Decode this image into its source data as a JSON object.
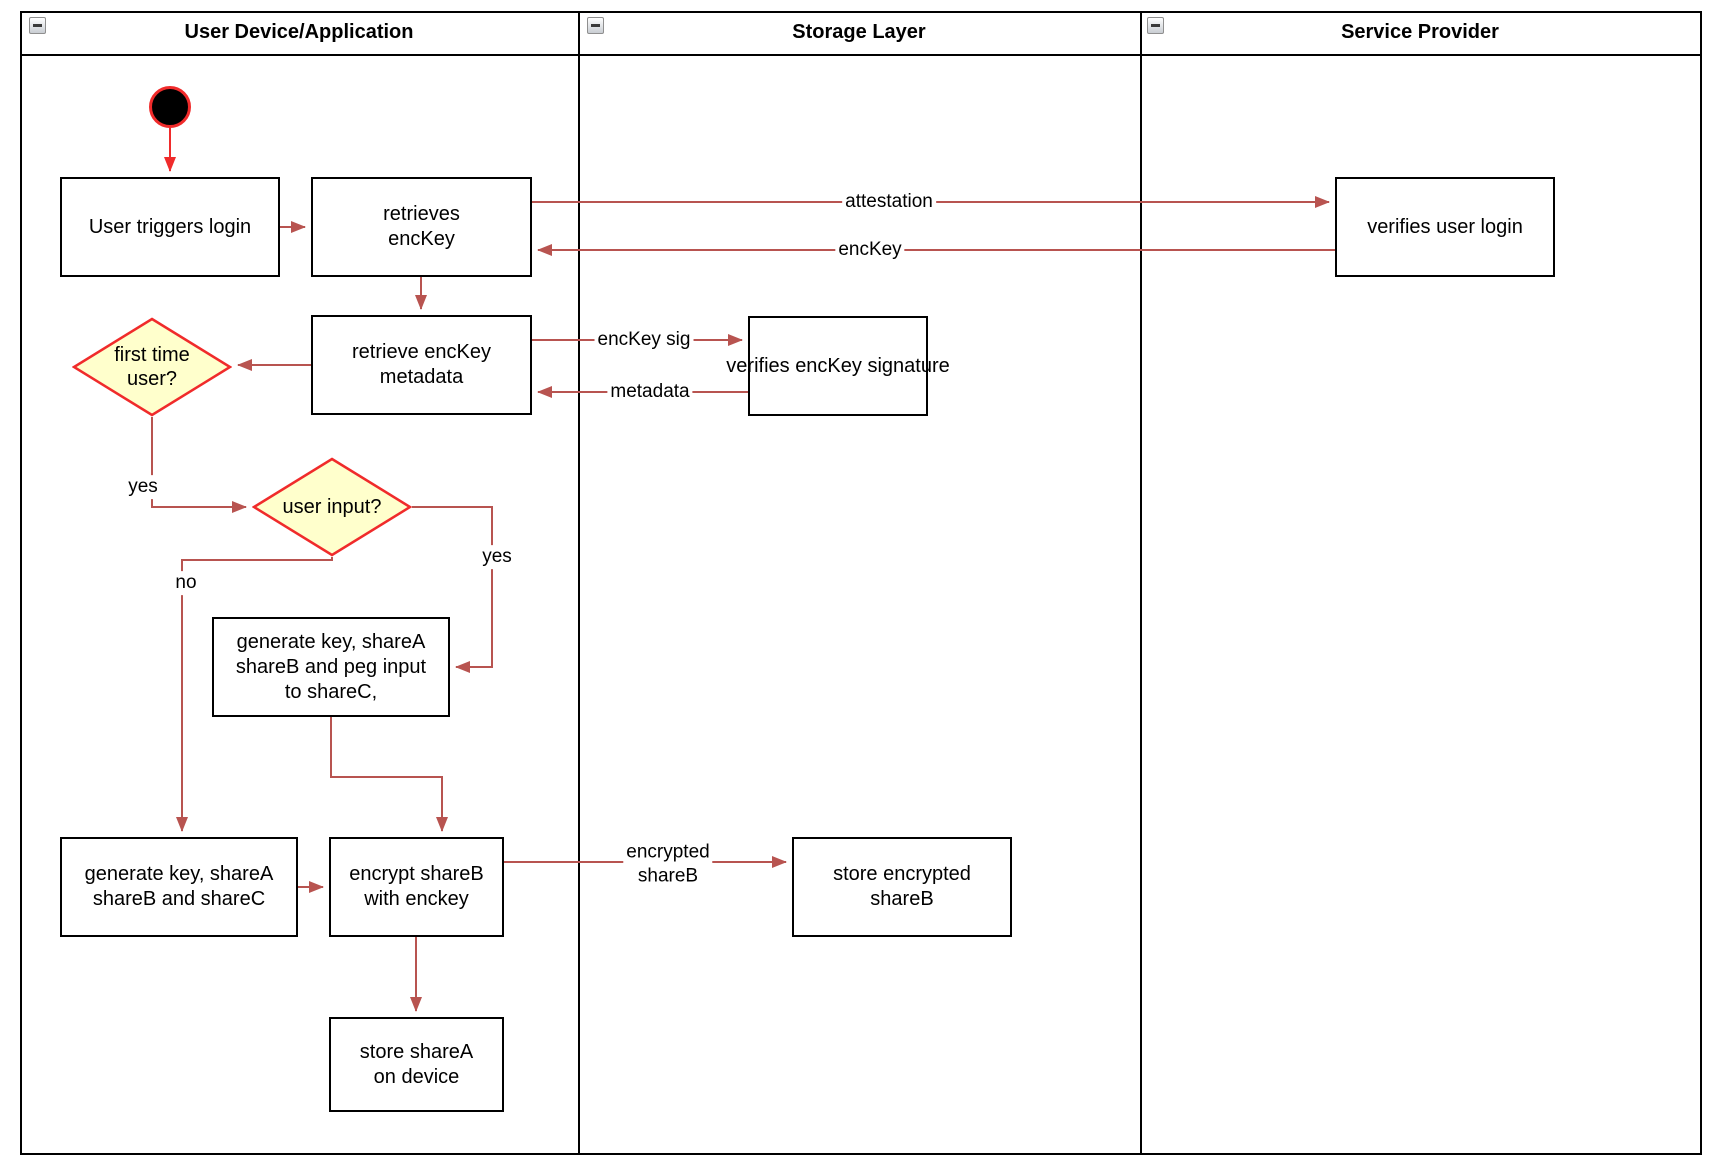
{
  "diagram_title": "swimlane flowchart",
  "lanes": {
    "lane1": {
      "title": "User Device/Application"
    },
    "lane2": {
      "title": "Storage Layer"
    },
    "lane3": {
      "title": "Service Provider"
    }
  },
  "icons": {
    "collapse_minus": "collapse-lane (minus)"
  },
  "nodes": {
    "start": {
      "kind": "initial-node",
      "label": ""
    },
    "user_triggers_login": {
      "kind": "process",
      "label": "User triggers login"
    },
    "retrieves_enckey": {
      "kind": "process",
      "label": "retrieves\nencKey"
    },
    "retrieve_enckey_metadata": {
      "kind": "process",
      "label": "retrieve encKey\nmetadata"
    },
    "first_time_user": {
      "kind": "decision",
      "label": "first time\nuser?"
    },
    "user_input": {
      "kind": "decision",
      "label": "user input?"
    },
    "generate_key_peg": {
      "kind": "process",
      "label": "generate key, shareA\nshareB and peg input\nto shareC,"
    },
    "generate_key_abc": {
      "kind": "process",
      "label": "generate key, shareA\nshareB and shareC"
    },
    "encrypt_shareb": {
      "kind": "process",
      "label": "encrypt shareB\nwith enckey"
    },
    "store_sharea": {
      "kind": "process",
      "label": "store shareA\non device"
    },
    "verifies_enckey_signature": {
      "kind": "process",
      "label": "verifies encKey signature"
    },
    "store_encrypted_shareb": {
      "kind": "process",
      "label": "store encrypted\nshareB"
    },
    "verifies_user_login": {
      "kind": "process",
      "label": "verifies user login"
    }
  },
  "edge_labels": {
    "attestation": "attestation",
    "enckey": "encKey",
    "enckey_sig": "encKey sig",
    "metadata": "metadata",
    "yes_first_time": "yes",
    "no_user_input": "no",
    "yes_user_input": "yes",
    "encrypted_shareb": "encrypted\nshareB"
  },
  "colors": {
    "shape_border": "#000000",
    "connector": "#b85450",
    "accent_red": "#f02b2b",
    "decision_fill": "#ffffcc",
    "background": "#ffffff"
  }
}
